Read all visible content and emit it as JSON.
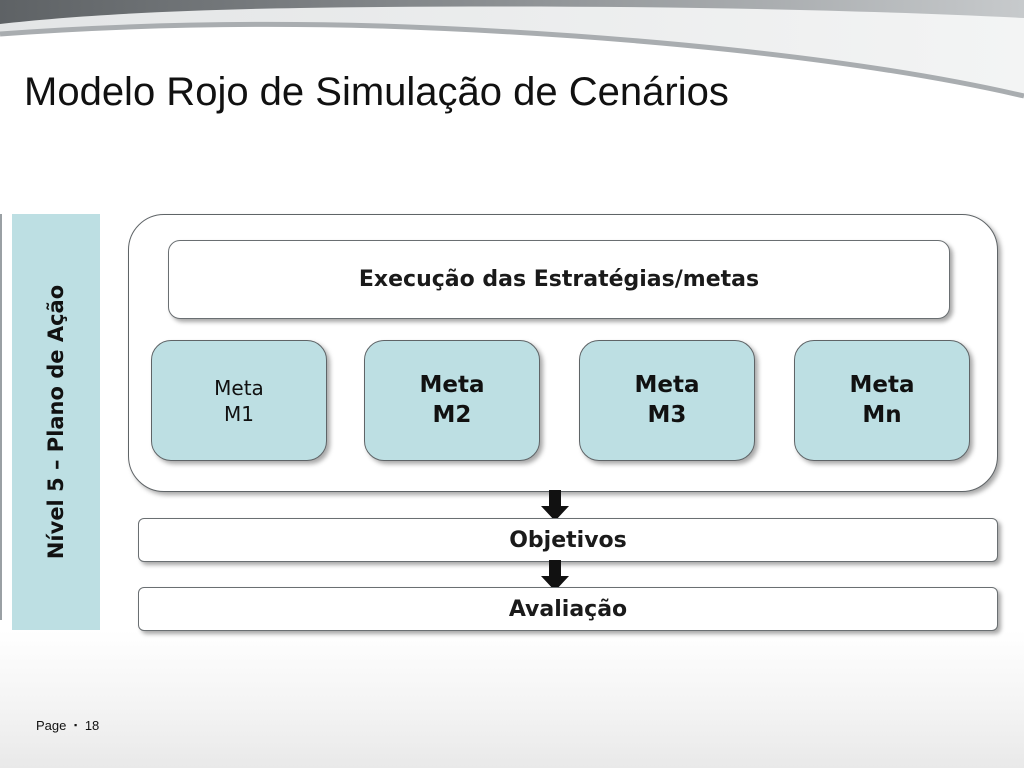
{
  "slide": {
    "title": "Modelo Rojo de Simulação de Cenários"
  },
  "diagram": {
    "side_label": "Nível 5 – Plano de Ação",
    "execution_label": "Execução das Estratégias/metas",
    "metas": [
      {
        "line1": "Meta",
        "line2": "M1"
      },
      {
        "line1": "Meta",
        "line2": "M2"
      },
      {
        "line1": "Meta",
        "line2": "M3"
      },
      {
        "line1": "Meta",
        "line2": "Mn"
      }
    ],
    "objectives_label": "Objetivos",
    "evaluation_label": "Avaliação",
    "colors": {
      "panel_fill": "#bddfe3",
      "arrow_fill": "#111111"
    }
  },
  "footer": {
    "page_label": "Page",
    "separator": "▪",
    "page_number": "18"
  }
}
